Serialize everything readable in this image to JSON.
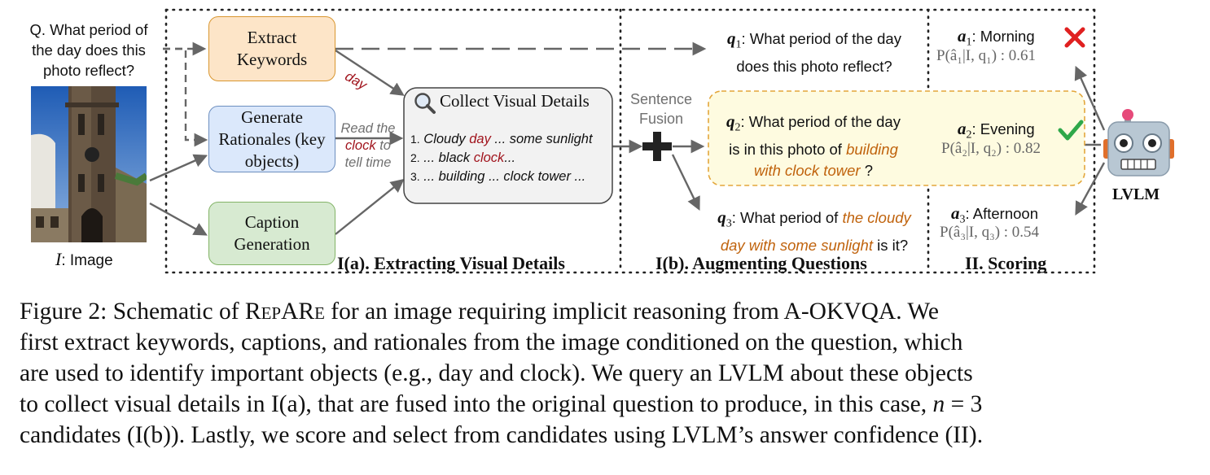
{
  "question": {
    "prefix": "Q.",
    "text": "What period of the day does this photo reflect?",
    "line1": "Q. What period of",
    "line2": "the day does this",
    "line3": "photo reflect?"
  },
  "image_label": {
    "var": "I",
    "text": ": Image"
  },
  "extract": {
    "line1": "Extract",
    "line2": "Keywords"
  },
  "rationales": {
    "line1": "Generate",
    "line2": "Rationales (key",
    "line3": "objects)"
  },
  "caption_gen": {
    "line1": "Caption",
    "line2": "Generation"
  },
  "keyword_day": "day",
  "read_the": {
    "line1": "Read the",
    "line2a": "clock",
    "line2b": " to",
    "line3": "tell time"
  },
  "collect": {
    "title": "Collect Visual Details",
    "items": [
      {
        "num": "1.",
        "a": " Cloudy ",
        "b": "day",
        "c": " ... some sunlight"
      },
      {
        "num": "2.",
        "a": " ... black ",
        "b": "clock",
        "c": "..."
      },
      {
        "num": "3.",
        "a": " ... building ... clock tower ...",
        "b": "",
        "c": ""
      }
    ]
  },
  "fusion": {
    "line1": "Sentence",
    "line2": "Fusion"
  },
  "q1": {
    "var": "q",
    "sub": "1",
    "line1": ": What period of the day",
    "line2": "does this photo reflect?"
  },
  "q2": {
    "var": "q",
    "sub": "2",
    "line1": ": What period of the day",
    "line2a": "is in this photo of ",
    "line2b": "building",
    "line3a": "with clock tower",
    "line3b": " ?"
  },
  "q3": {
    "var": "q",
    "sub": "3",
    "line1a": ": What period of ",
    "line1b": "the cloudy",
    "line2a": "day with some sunlight",
    "line2b": " is it?"
  },
  "a1": {
    "var": "a",
    "sub": "1",
    "answer": ": Morning",
    "prob": "P(â₁|I, q₁) : 0.61",
    "mark": "✗"
  },
  "a2": {
    "var": "a",
    "sub": "2",
    "answer": ": Evening",
    "prob": "P(â₂|I, q₂) : 0.82",
    "mark": "✓"
  },
  "a3": {
    "var": "a",
    "sub": "3",
    "answer": ": Afternoon",
    "prob": "P(â₃|I, q₃) : 0.54"
  },
  "robot_label": "LVLM",
  "sections": {
    "ia": "I(a). Extracting Visual Details",
    "ib": "I(b). Augmenting Questions",
    "ii": "II. Scoring"
  },
  "figure_caption": {
    "line1a": "Figure 2: Schematic of ",
    "line1b": "RepARe",
    "line1c": " for an image requiring implicit reasoning from A-OKVQA. We",
    "line2": "first extract keywords, captions, and rationales from the image conditioned on the question, which",
    "line3": "are used to identify important objects (e.g., day and clock). We query an LVLM about these objects",
    "line4a": "to collect visual details in I(a), that are fused into the original question to produce, in this case, ",
    "line4b": "n",
    "line4c": " = 3",
    "line5": "candidates (I(b)). Lastly, we score and select from candidates using LVLM’s answer confidence (II)."
  },
  "colors": {
    "orange_fill": "#fde5c8",
    "blue_fill": "#dbe8fb",
    "green_fill": "#d7ead1",
    "yellow_fill": "#fefbe0",
    "keyword_red": "#a1141d",
    "keyword_orange": "#c0630d"
  },
  "icons": [
    "magnifier-icon",
    "plus-icon",
    "robot-icon",
    "cross-icon",
    "check-icon"
  ]
}
